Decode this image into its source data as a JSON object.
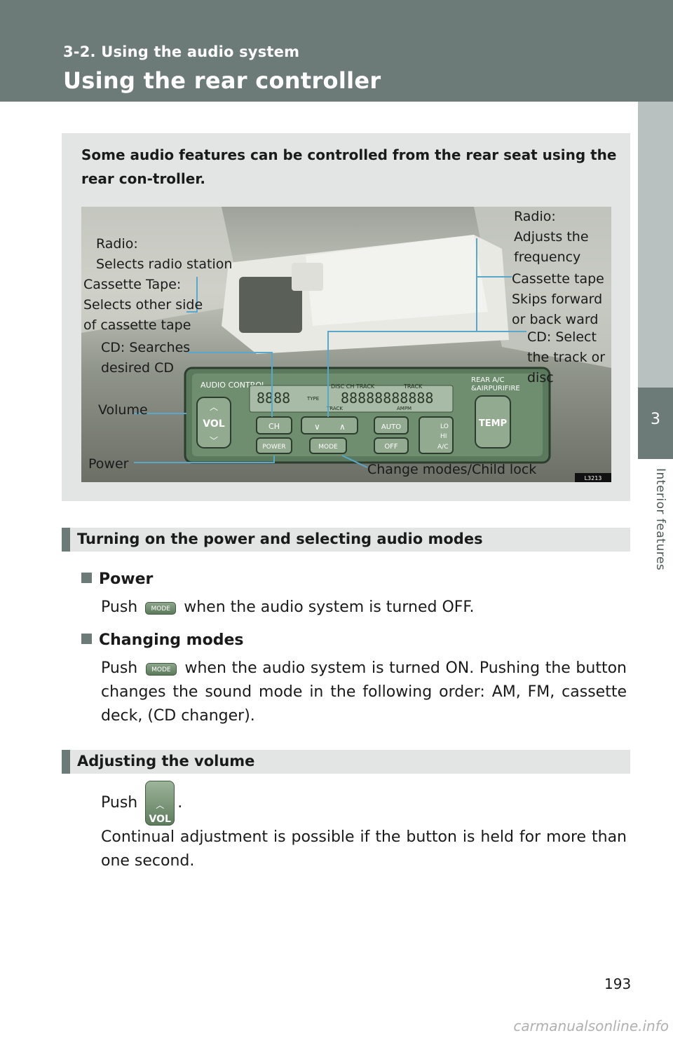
{
  "header": {
    "section_label": "3-2. Using the audio system",
    "title": "Using the rear controller"
  },
  "side_tab": {
    "number": "3",
    "label": "Interior features"
  },
  "intro": {
    "text": "Some audio features can be controlled from the rear seat using the rear con-troller."
  },
  "figure": {
    "code": "L3213",
    "panel": {
      "audio_control": "AUDIO CONTROL",
      "rear_ac": "REAR A/C\n&AIRPURIFIRE",
      "vol": "VOL",
      "temp": "TEMP",
      "ch": "CH",
      "power": "POWER",
      "mode": "MODE",
      "auto": "AUTO",
      "off": "OFF",
      "lo": "LO",
      "hi": "HI",
      "ac": "A/C",
      "display_top": "DISC CH TRACK",
      "display_track": "TRACK",
      "display_type": "TYPE",
      "display_trk": "TRACK",
      "display_ampm": "AMPM"
    },
    "callouts": {
      "radio_station_1": "Radio:",
      "radio_station_2": "Selects radio station",
      "cassette_side_1": "Cassette Tape:",
      "cassette_side_2": "Selects other side",
      "cassette_side_3": "of cassette tape",
      "cd_search_1": "CD: Searches",
      "cd_search_2": "desired CD",
      "volume": "Volume",
      "power": "Power",
      "radio_freq_1": "Radio:",
      "radio_freq_2": "Adjusts the",
      "radio_freq_3": "frequency",
      "cassette_skip_1": "Cassette tape",
      "cassette_skip_2": "Skips forward",
      "cassette_skip_3": "or back ward",
      "cd_select_1": "CD: Select",
      "cd_select_2": "the track or",
      "cd_select_3": "disc",
      "mode_child": "Change modes/Child lock"
    }
  },
  "sections": {
    "power_modes": {
      "title": "Turning on the power and selecting audio modes",
      "power_head": "Power",
      "power_text_a": "Push",
      "power_text_b": "when the audio system is turned OFF.",
      "modes_head": "Changing modes",
      "modes_text_a": "Push",
      "modes_text_b": "when the audio system is turned ON. Pushing the button changes the sound mode in the following order: AM, FM, cassette deck, (CD changer).",
      "mode_chip": "MODE"
    },
    "volume": {
      "title": "Adjusting the volume",
      "push_a": "Push",
      "push_b": ".",
      "vol_chip": "VOL",
      "continual": "Continual adjustment is possible if the button is held for more than one second."
    }
  },
  "page_number": "193",
  "footer_url": "carmanualsonline.info"
}
